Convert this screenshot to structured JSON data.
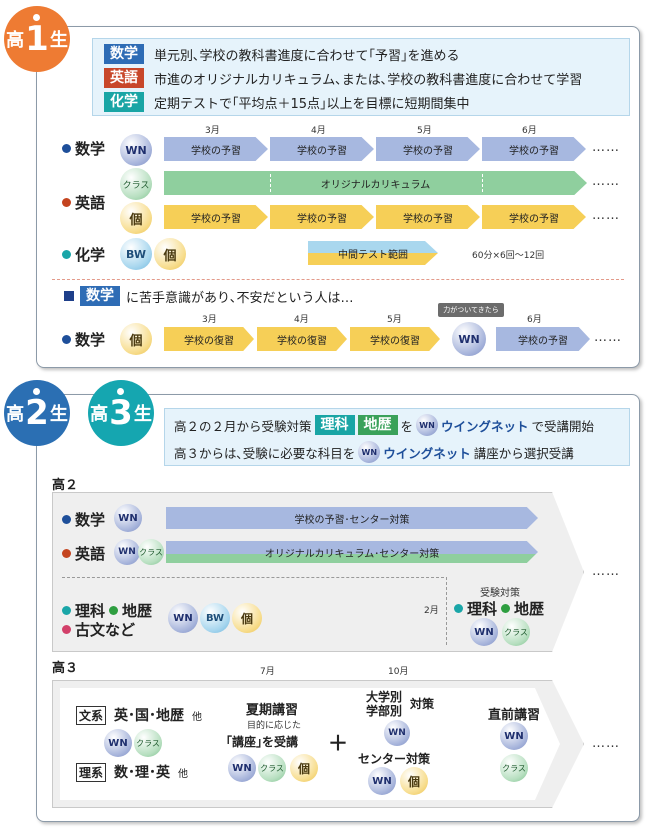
{
  "g1": {
    "badge": {
      "prefix": "高",
      "num": "1",
      "suffix": "生"
    },
    "info": [
      {
        "tag": "数学",
        "text": "単元別､学校の教科書進度に合わせて｢予習｣を進める"
      },
      {
        "tag": "英語",
        "text": "市進のオリジナルカリキュラム､または､学校の教科書進度に合わせて学習"
      },
      {
        "tag": "化学",
        "text": "定期テストで｢平均点＋15点｣以上を目標に短期間集中"
      }
    ],
    "months": [
      "3月",
      "4月",
      "5月",
      "6月"
    ],
    "math": {
      "label": "数学",
      "circle": "WN",
      "steps": [
        "学校の予習",
        "学校の予習",
        "学校の予習",
        "学校の予習"
      ]
    },
    "english": {
      "label": "英語",
      "circle_top": "クラス",
      "circle_bottom": "個",
      "bar": "オリジナルカリキュラム",
      "steps": [
        "学校の予習",
        "学校の予習",
        "学校の予習",
        "学校の予習"
      ]
    },
    "chem": {
      "label": "化学",
      "circles": [
        "BW",
        "個"
      ],
      "bar": "中間テスト範囲",
      "note": "60分×6回〜12回"
    },
    "weak": {
      "tag": "数学",
      "text": "に苦手意識があり､不安だという人は…"
    },
    "weak_months": [
      "3月",
      "4月",
      "5月",
      "6月"
    ],
    "weak_math": {
      "label": "数学",
      "circle": "個",
      "steps": [
        "学校の復習",
        "学校の復習",
        "学校の復習"
      ],
      "ready": "力がついてきたら",
      "wn": "WN",
      "after": "学校の予習"
    },
    "dots": "……"
  },
  "g23": {
    "badges": [
      {
        "prefix": "高",
        "num": "2",
        "suffix": "生"
      },
      {
        "prefix": "高",
        "num": "3",
        "suffix": "生"
      }
    ],
    "intro1": {
      "before": "高２の２月から受験対策",
      "tag1": "理科",
      "tag2": "地歴",
      "mid": "を",
      "wn": "WN",
      "brand": "ウイングネット",
      "after": "で受講開始"
    },
    "intro2": {
      "before": "高３からは､受験に必要な科目を",
      "wn": "WN",
      "brand": "ウイングネット",
      "after": "講座から選択受講"
    },
    "k2": {
      "title": "高２",
      "math": {
        "label": "数学",
        "circle": "WN",
        "bar": "学校の予習･センター対策"
      },
      "english": {
        "label": "英語",
        "circles": [
          "WN",
          "クラス"
        ],
        "bar": "オリジナルカリキュラム･センター対策"
      },
      "rika_label": "理科",
      "chireki_label": "地歴",
      "kobun_label": "古文など",
      "circles": [
        "WN",
        "BW",
        "個"
      ],
      "feb": "2月",
      "exam": {
        "title": "受験対策",
        "rika": "理科",
        "chireki": "地歴",
        "circles": [
          "WN",
          "クラス"
        ]
      }
    },
    "k3": {
      "title": "高３",
      "bunkei": {
        "tag": "文系",
        "subjects": "英･国･地歴",
        "etc": "他"
      },
      "circles": [
        "WN",
        "クラス"
      ],
      "rikei": {
        "tag": "理系",
        "subjects": "数･理･英",
        "etc": "他"
      },
      "july": "7月",
      "summer": {
        "title": "夏期講習",
        "sub": "目的に応じた",
        "main": "｢講座｣を受講",
        "circles": [
          "WN",
          "クラス",
          "個"
        ]
      },
      "plus": "＋",
      "oct": "10月",
      "univ": {
        "line1": "大学別",
        "line2": "学部別",
        "suffix": "対策",
        "circle": "WN",
        "center": "センター対策",
        "circles": [
          "WN",
          "個"
        ]
      },
      "final": {
        "title": "直前講習",
        "circles": [
          "WN",
          "クラス"
        ]
      }
    },
    "dots": "……"
  }
}
